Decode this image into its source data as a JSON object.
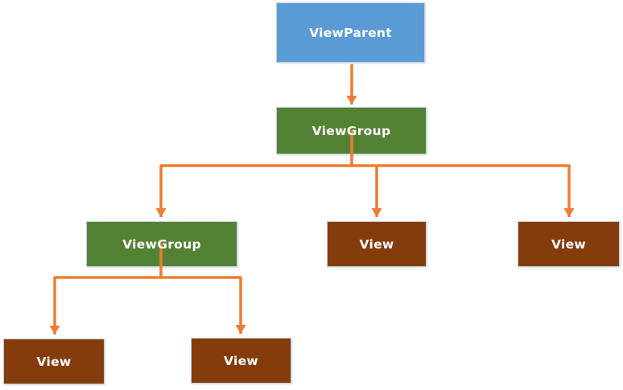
{
  "diagram": {
    "type": "tree",
    "description": "View hierarchy tree",
    "nodes": [
      {
        "label": "ViewParent",
        "kind": "view-parent",
        "fill": "#5B9BD5"
      },
      {
        "label": "ViewGroup",
        "kind": "view-group",
        "fill": "#548235"
      },
      {
        "label": "ViewGroup",
        "kind": "view-group",
        "fill": "#548235"
      },
      {
        "label": "View",
        "kind": "view",
        "fill": "#843C0C"
      },
      {
        "label": "View",
        "kind": "view",
        "fill": "#843C0C"
      },
      {
        "label": "View",
        "kind": "view",
        "fill": "#843C0C"
      },
      {
        "label": "View",
        "kind": "view",
        "fill": "#843C0C"
      }
    ],
    "edges": [
      {
        "from": 0,
        "to": 1
      },
      {
        "from": 1,
        "to": 2
      },
      {
        "from": 1,
        "to": 3
      },
      {
        "from": 1,
        "to": 4
      },
      {
        "from": 2,
        "to": 5
      },
      {
        "from": 2,
        "to": 6
      }
    ],
    "colors": {
      "connector": "#ED7D31",
      "label_text": "#FFFFFF",
      "background": "#FFFFFF"
    }
  }
}
